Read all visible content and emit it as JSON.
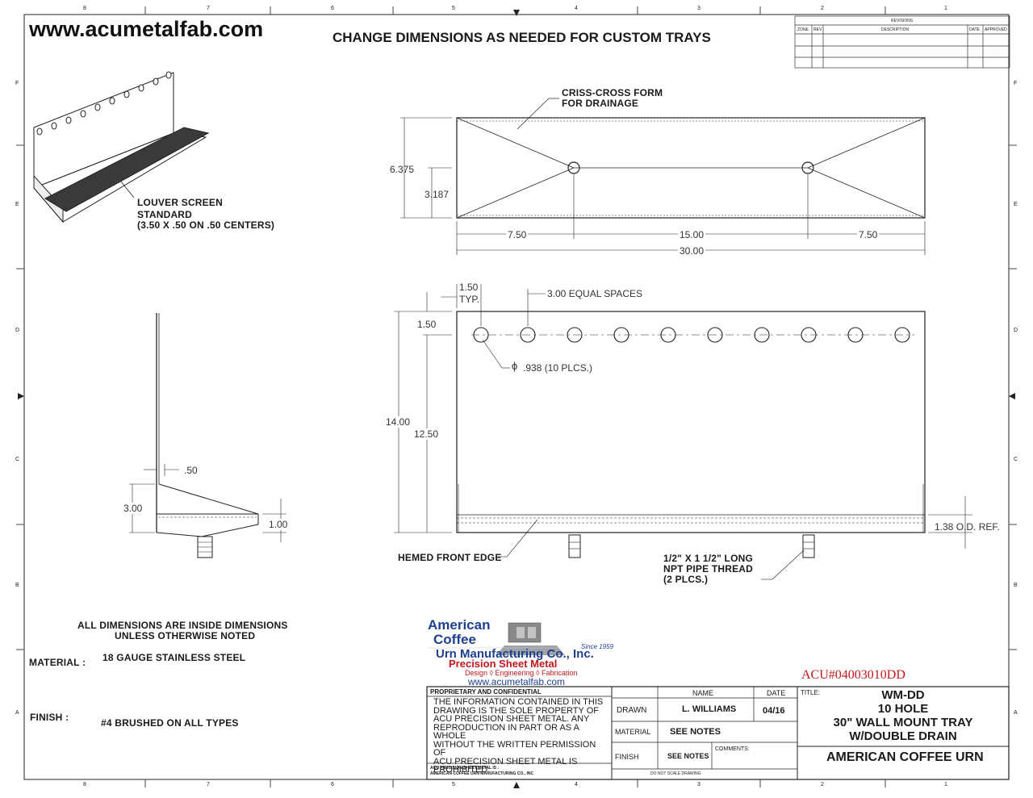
{
  "header": {
    "website": "www.acumetalfab.com",
    "change_note": "CHANGE DIMENSIONS AS NEEDED FOR CUSTOM TRAYS"
  },
  "border": {
    "cols_top": [
      "8",
      "7",
      "6",
      "5",
      "4",
      "3",
      "2",
      "1"
    ],
    "cols_bottom": [
      "8",
      "7",
      "6",
      "5",
      "4",
      "3",
      "2",
      "1"
    ],
    "rows": [
      "F",
      "E",
      "D",
      "C",
      "B",
      "A"
    ]
  },
  "revisions": {
    "title": "REVISIONS",
    "headers": [
      "ZONE",
      "REV",
      "DESCRIPTION",
      "DATE",
      "APPROVED"
    ]
  },
  "iso_view": {
    "louver_note": [
      "LOUVER SCREEN",
      "STANDARD",
      "(3.50 X .50 ON .50 CENTERS)"
    ]
  },
  "top_view": {
    "drain_note": [
      "CRISS-CROSS FORM",
      "FOR DRAINAGE"
    ],
    "dims": {
      "overall_depth": "6.375",
      "half_depth": "3.187",
      "left": "7.50",
      "middle": "15.00",
      "right": "7.50",
      "overall_width": "30.00"
    }
  },
  "side_view": {
    "dims": {
      "thickness": ".50",
      "back_height": "3.00",
      "front_height": "1.00"
    }
  },
  "front_view": {
    "dims": {
      "edge": "1.50",
      "typ": "TYP.",
      "spacing": "3.00 EQUAL SPACES",
      "top_offset": "1.50",
      "overall_height": "14.00",
      "panel_height": "12.50",
      "hole_dia": ".938 (10 PLCS.)",
      "od_ref": "1.38 O.D. REF."
    },
    "phi": "ϕ",
    "hemmed_note": "HEMED FRONT EDGE",
    "pipe_note": [
      "1/2\" X 1 1/2\" LONG",
      "NPT PIPE THREAD",
      "(2 PLCS.)"
    ]
  },
  "notes": {
    "inside_dims": [
      "ALL DIMENSIONS ARE INSIDE DIMENSIONS",
      "UNLESS OTHERWISE NOTED"
    ],
    "material_label": "MATERIAL :",
    "material_value": "18 GAUGE STAINLESS STEEL",
    "finish_label": "FINISH :",
    "finish_value": "#4 BRUSHED ON ALL TYPES"
  },
  "logo": {
    "line1": "American",
    "line2": "Coffee",
    "line3": "Urn Manufacturing Co., Inc.",
    "since": "Since 1959",
    "psm": "Precision Sheet Metal",
    "tagline": "Design  ◊  Engineering  ◊  Fabrication",
    "url": "www.acumetalfab.com"
  },
  "part_number": "ACU#04003010DD",
  "title_block": {
    "proprietary_title": "PROPRIETARY AND CONFIDENTIAL",
    "proprietary_lines": [
      "THE INFORMATION CONTAINED IN THIS",
      "DRAWING IS THE SOLE PROPERTY OF",
      "ACU PRECISION SHEET METAL.  ANY",
      "REPRODUCTION IN PART OR AS A WHOLE",
      "WITHOUT THE WRITTEN PERMISSION OF",
      "ACU PRECISION SHEET METAL IS",
      "PROHIBITED."
    ],
    "owner_line1": "ACU PRECISION SHEET METAL IS :",
    "owner_line2": "AMERICAN COFFEE URN MANUFACTURING CO., INC",
    "name_header": "NAME",
    "date_header": "DATE",
    "drawn_label": "DRAWN",
    "drawn_name": "L. WILLIAMS",
    "drawn_date": "04/16",
    "material_label": "MATERIAL",
    "material_value": "SEE NOTES",
    "finish_label": "FINISH",
    "finish_value": "SEE NOTES",
    "comments_label": "COMMENTS:",
    "title_label": "TITLE:",
    "title_lines": [
      "WM-DD",
      "10 HOLE",
      "30\" WALL MOUNT TRAY",
      "W/DOUBLE DRAIN"
    ],
    "company": "AMERICAN COFFEE URN",
    "no_scale": "DO NOT SCALE DRAWING"
  },
  "colors": {
    "ink": "#1a1a1a",
    "logo_blue": "#1f3f8f",
    "logo_red": "#c3161c",
    "part_red": "#c3161c"
  }
}
